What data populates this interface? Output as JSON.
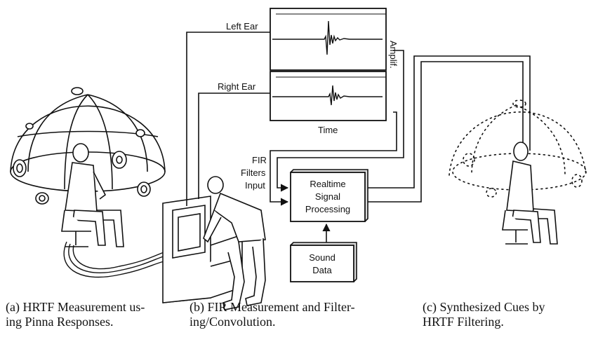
{
  "labels": {
    "left_ear": "Left Ear",
    "right_ear": "Right Ear",
    "amplif": "Amplif.",
    "time": "Time",
    "fir_line1": "FIR",
    "fir_line2": "Filters",
    "fir_line3": "Input",
    "rsp_line1": "Realtime",
    "rsp_line2": "Signal",
    "rsp_line3": "Processing",
    "sound_line1": "Sound",
    "sound_line2": "Data"
  },
  "captions": {
    "a_line1": "(a) HRTF Measurement us-",
    "a_line2": "ing Pinna Responses.",
    "b_line1": "(b) FIR Measurement and Filter-",
    "b_line2": "ing/Convolution.",
    "c_line1": "(c) Synthesized Cues by",
    "c_line2": "HRTF Filtering."
  }
}
